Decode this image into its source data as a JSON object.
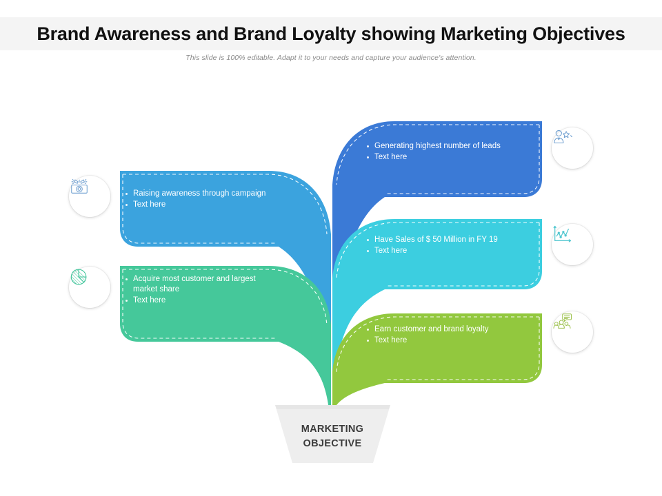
{
  "header": {
    "title": "Brand Awareness and Brand Loyalty showing Marketing Objectives",
    "subtitle": "This slide is 100% editable. Adapt it to your needs and capture your audience's attention."
  },
  "center": {
    "label_line1": "MARKETING",
    "label_line2": "OBJECTIVE"
  },
  "colors": {
    "blue_dark": "#3b7ad6",
    "blue_light": "#3ba3de",
    "cyan": "#3ccee0",
    "teal_green": "#45c89a",
    "green": "#92c83e",
    "header_band": "#f4f4f4",
    "pot": "#eeeeee",
    "title_text": "#111111",
    "subtitle_text": "#8a8a8a"
  },
  "branches": [
    {
      "id": "generating-leads",
      "side": "right",
      "color": "#3b7ad6",
      "icon": "person-star-icon",
      "bullets": [
        "Generating highest number of leads",
        "Text here"
      ]
    },
    {
      "id": "raising-awareness",
      "side": "left",
      "color": "#3ba3de",
      "icon": "campaign-megaphone-icon",
      "bullets": [
        "Raising awareness through campaign",
        "Text here"
      ]
    },
    {
      "id": "have-sales",
      "side": "right",
      "color": "#3ccee0",
      "icon": "line-chart-icon",
      "bullets": [
        "Have Sales of $ 50 Million in FY 19",
        "Text here"
      ]
    },
    {
      "id": "acquire-customer",
      "side": "left",
      "color": "#45c89a",
      "icon": "pie-chart-icon",
      "bullets": [
        "Acquire most customer and largest\nmarket share",
        "Text here"
      ]
    },
    {
      "id": "earn-loyalty",
      "side": "right",
      "color": "#92c83e",
      "icon": "people-chat-icon",
      "bullets": [
        "Earn customer and brand loyalty",
        "Text here"
      ]
    }
  ]
}
